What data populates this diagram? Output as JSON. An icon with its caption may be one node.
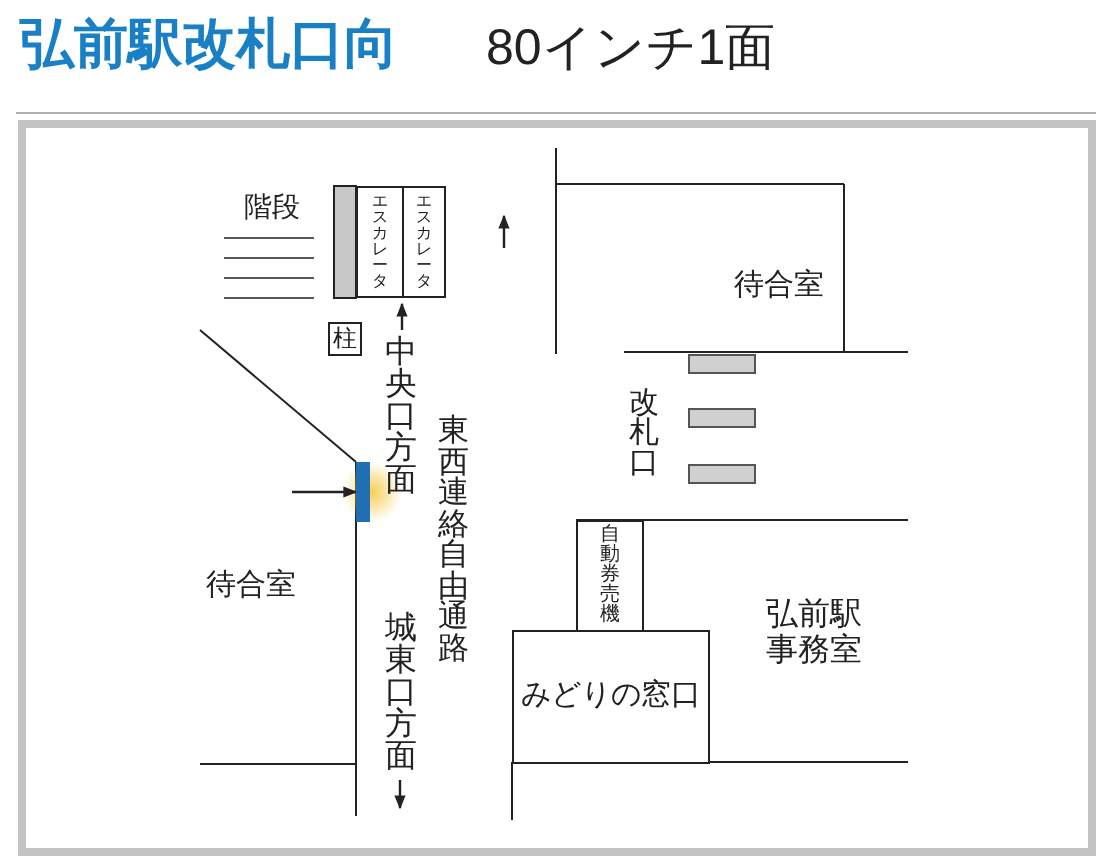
{
  "diagram": {
    "title": "弘前駅改札口向",
    "nodes": [
      {
        "text": [
          "エスカレータ"
        ]
      },
      {
        "text": [
          "エスカレータ"
        ]
      },
      {
        "text": [
          "柱"
        ]
      },
      {
        "text": [],
        "shape": "bar"
      },
      {
        "text": [
          "自動券売機"
        ]
      },
      {
        "text": [
          "みどりの窓口"
        ]
      }
    ],
    "edges": [
      {
        "from": null,
        "to": 3,
        "arrow": "to"
      }
    ],
    "labels": [
      "80インチ1面",
      "階段",
      "待合室",
      "中央口方面",
      "改札口",
      "東西連絡自由通路",
      "待合室",
      "弘前駅事務室",
      "城東口方面"
    ]
  }
}
